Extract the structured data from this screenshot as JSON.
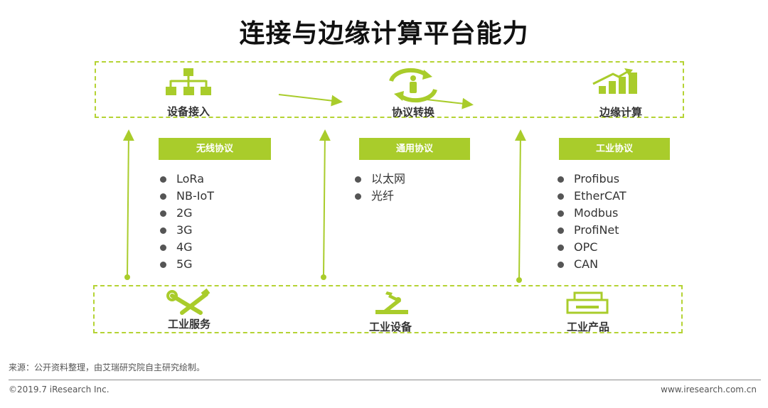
{
  "title": "连接与边缘计算平台能力",
  "top_row": [
    {
      "label": "设备接入",
      "icon": "hierarchy-icon"
    },
    {
      "label": "协议转换",
      "icon": "cycle-person-icon"
    },
    {
      "label": "边缘计算",
      "icon": "growth-chart-icon"
    }
  ],
  "columns": [
    {
      "heading": "无线协议",
      "items": [
        "LoRa",
        "NB-IoT",
        "2G",
        "3G",
        "4G",
        "5G"
      ]
    },
    {
      "heading": "通用协议",
      "items": [
        "以太网",
        "光纤"
      ]
    },
    {
      "heading": "工业协议",
      "items": [
        "Profibus",
        "EtherCAT",
        "Modbus",
        "ProfiNet",
        "OPC",
        "CAN"
      ]
    }
  ],
  "bottom_row": [
    {
      "label": "工业服务",
      "icon": "wrench-screwdriver-icon"
    },
    {
      "label": "工业设备",
      "icon": "robot-arm-icon"
    },
    {
      "label": "工业产品",
      "icon": "printer-icon"
    }
  ],
  "colors": {
    "accent": "#a9cc2b",
    "border": "#b5d334"
  },
  "footer": {
    "source": "来源：公开资料整理，由艾瑞研究院自主研究绘制。",
    "copyright": "©2019.7 iResearch Inc.",
    "website": "www.iresearch.com.cn"
  }
}
